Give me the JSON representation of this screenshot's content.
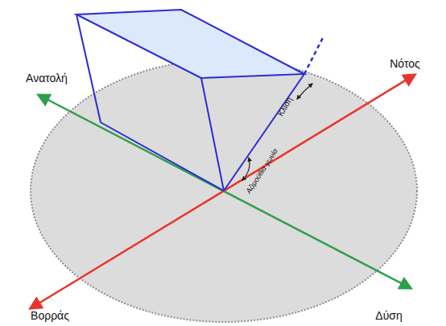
{
  "diagram": {
    "labels": [
      "Ανατολή",
      "Νότος",
      "Βορράς",
      "Δύση",
      "Κλίση",
      "Αζιμούθια γωνία"
    ]
  }
}
